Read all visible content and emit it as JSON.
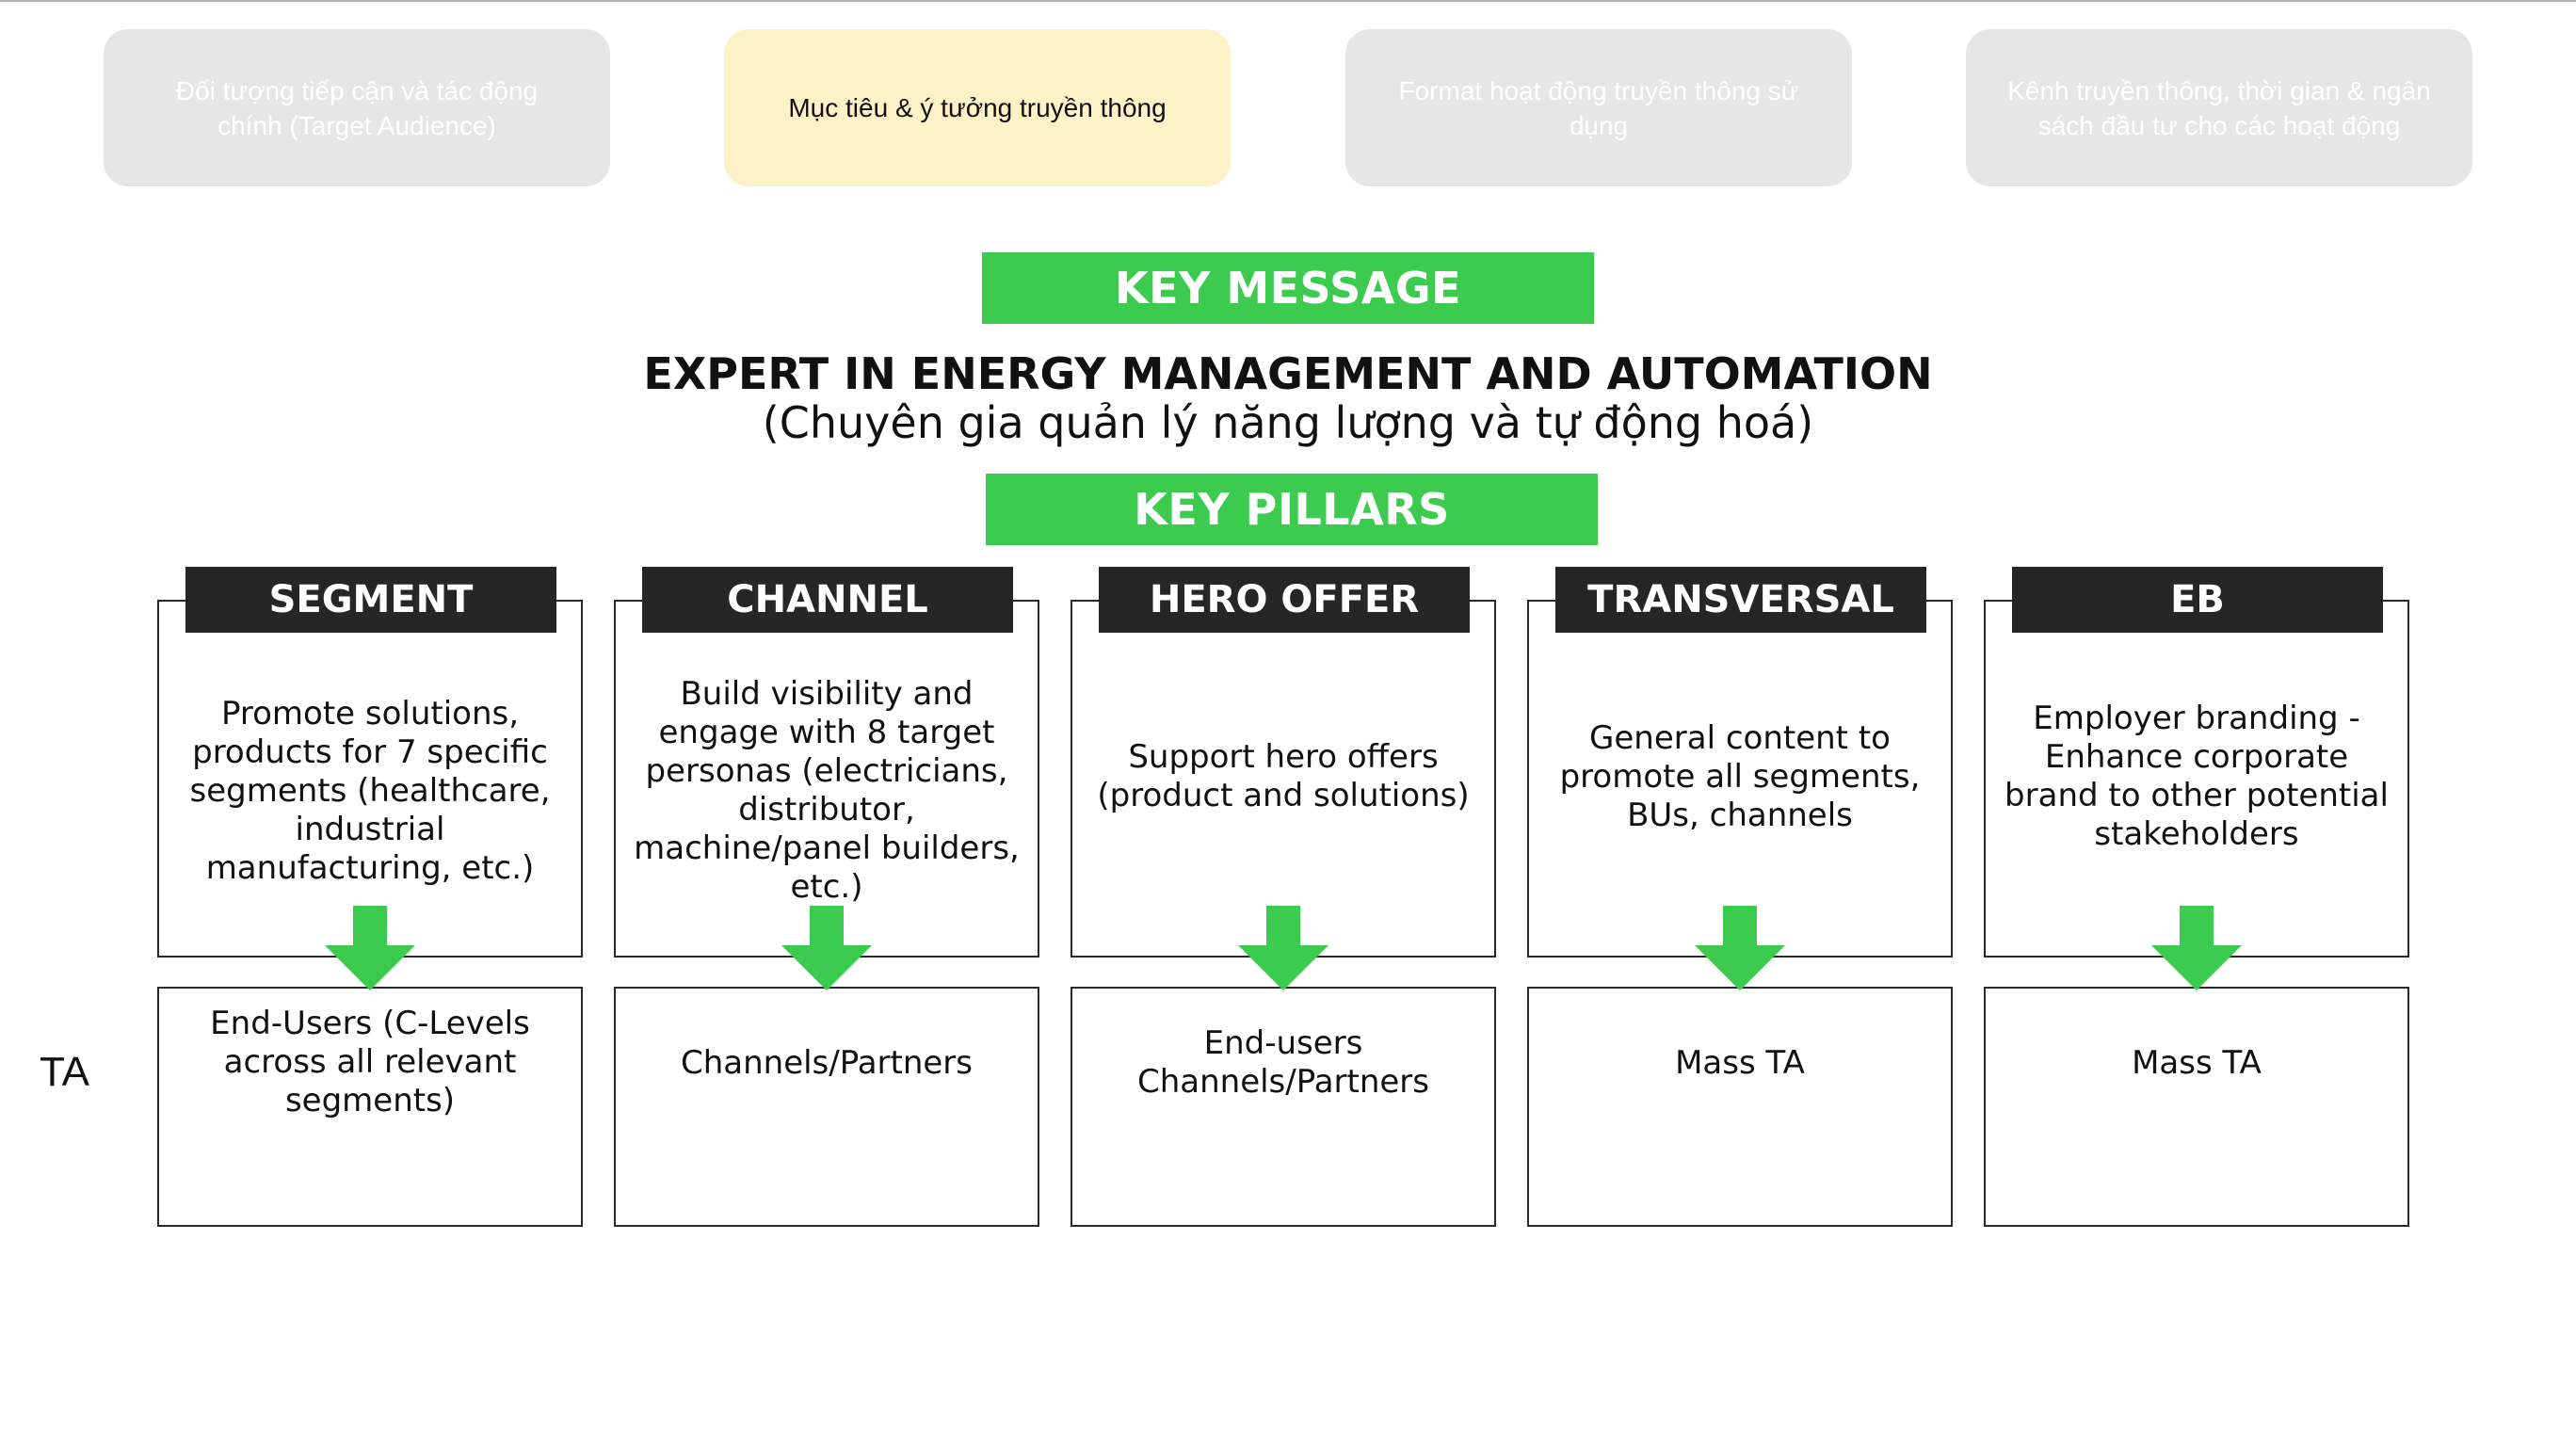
{
  "nav": {
    "items": [
      {
        "label": "Đối tượng tiếp cận và tác động chính (Target Audience)",
        "active": false
      },
      {
        "label": "Mục tiêu & ý tưởng truyền thông",
        "active": true
      },
      {
        "label": "Format hoạt động truyền thông sử dụng",
        "active": false
      },
      {
        "label": "Kênh truyền thông, thời gian & ngân sách đầu tư cho các hoạt động",
        "active": false
      }
    ]
  },
  "key_message": {
    "banner": "KEY MESSAGE",
    "headline": "EXPERT IN ENERGY MANAGEMENT AND AUTOMATION",
    "subline": "(Chuyên gia quản lý năng lượng và tự động hoá)"
  },
  "key_pillars": {
    "banner": "KEY PILLARS",
    "items": [
      {
        "title": "SEGMENT",
        "description": "Promote solutions, products for 7 specific segments (healthcare, industrial manufacturing, etc.)",
        "ta": "End-Users (C-Levels across all relevant segments)"
      },
      {
        "title": "CHANNEL",
        "description": "Build visibility and engage with 8 target personas (electricians, distributor, machine/panel builders, etc.)",
        "ta": "Channels/Partners"
      },
      {
        "title": "HERO OFFER",
        "description": "Support hero offers (product and solutions)",
        "ta": "End-users Channels/Partners"
      },
      {
        "title": "TRANSVERSAL",
        "description": "General content to promote all segments, BUs, channels",
        "ta": "Mass TA"
      },
      {
        "title": "EB",
        "description": "Employer branding - Enhance corporate brand to other potential stakeholders",
        "ta": "Mass TA"
      }
    ]
  },
  "ta_label": "TA",
  "colors": {
    "accent_green": "#3ccb4e",
    "header_dark": "#262626",
    "nav_inactive": "#e6e6e6",
    "nav_active": "#fdf1c8"
  },
  "icons": {
    "pillar_arrow": "arrow-down-icon"
  }
}
